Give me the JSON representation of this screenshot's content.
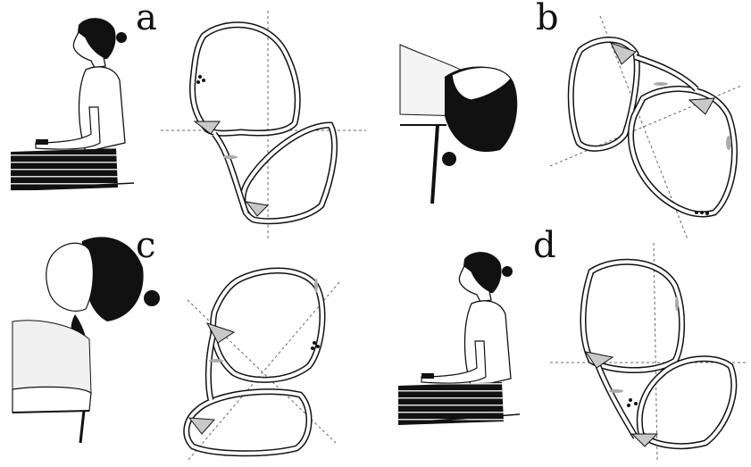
{
  "panels": [
    {
      "letter": "a"
    },
    {
      "letter": "b"
    },
    {
      "letter": "c"
    },
    {
      "letter": "d"
    }
  ],
  "colors": {
    "ink": "#111111",
    "canal_fill": "#ffffff",
    "otolith_fill": "#c8c8c8",
    "guide_line": "#666666"
  }
}
